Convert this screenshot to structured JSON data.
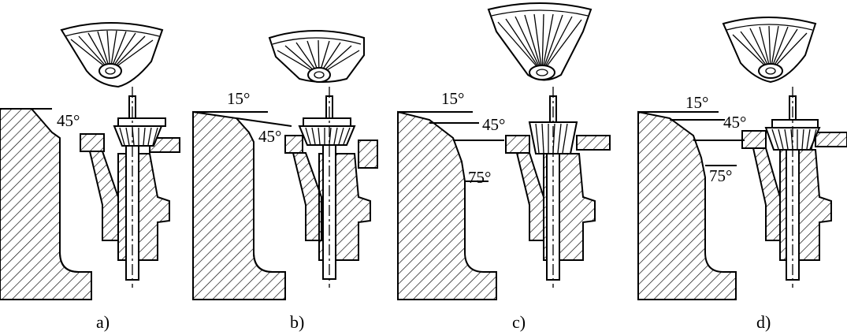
{
  "panels": [
    {
      "id": "a",
      "caption": "a)",
      "angles": [
        "45°"
      ]
    },
    {
      "id": "b",
      "caption": "b)",
      "angles": [
        "15°",
        "45°"
      ]
    },
    {
      "id": "c",
      "caption": "c)",
      "angles": [
        "15°",
        "45°",
        "75°"
      ]
    },
    {
      "id": "d",
      "caption": "d)",
      "angles": [
        "15°",
        "45°",
        "75°"
      ]
    }
  ],
  "colors": {
    "line": "#000000",
    "background": "#ffffff"
  }
}
